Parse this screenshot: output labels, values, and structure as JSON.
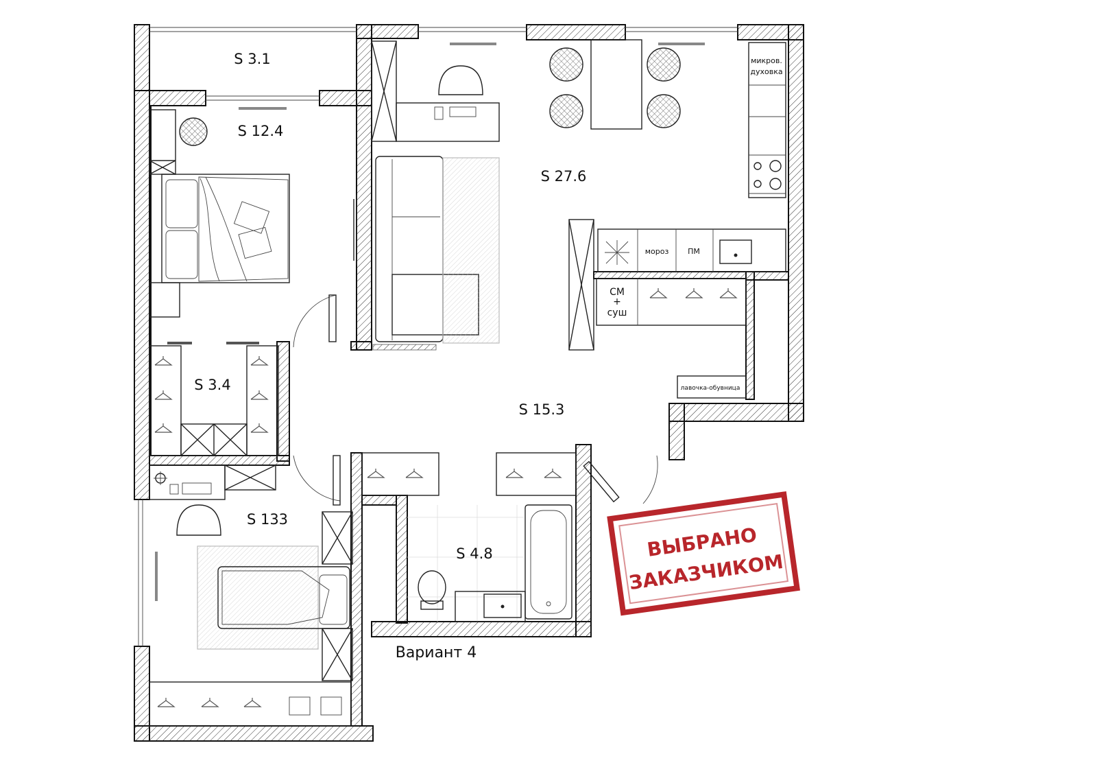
{
  "rooms": {
    "balcony": "S 3.1",
    "bedroom": "S 12.4",
    "living_kitchen": "S 27.6",
    "wardrobe": "S 3.4",
    "hall": "S 15.3",
    "study": "S 133",
    "bathroom": "S 4.8"
  },
  "kitchen": {
    "microwave_oven_line1": "микров.",
    "microwave_oven_line2": "духовка",
    "freezer": "мороз",
    "dishwasher": "ПМ"
  },
  "laundry": {
    "washer_line1": "СМ",
    "washer_line2": "+",
    "washer_line3": "суш"
  },
  "hall_items": {
    "bench": "лавочка-обувница"
  },
  "caption": "Вариант 4",
  "stamp": {
    "line1": "ВЫБРАНО",
    "line2": "ЗАКАЗЧИКОМ",
    "color": "#b8262b"
  }
}
